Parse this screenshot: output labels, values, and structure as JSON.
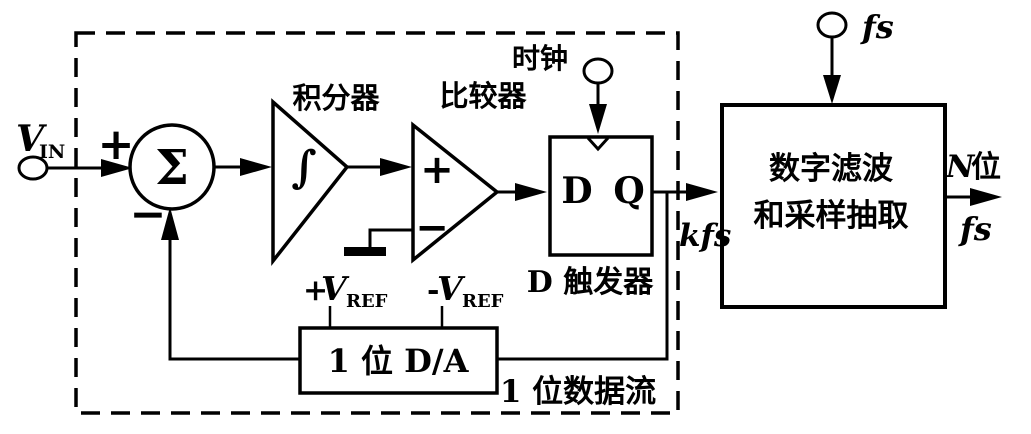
{
  "colors": {
    "ink": "#000000",
    "paper": "#ffffff"
  },
  "labels": {
    "input_signal_main": "V",
    "input_signal_sub": "IN",
    "summing_plus": "+",
    "summing_minus": "−",
    "summing_symbol": "Σ",
    "integrator_title": "积分器",
    "integrator_symbol": "∫",
    "comparator_title": "比较器",
    "comparator_plus": "+",
    "comparator_minus": "−",
    "clock": "时钟",
    "dff_input": "D",
    "dff_output": "Q",
    "dff_title": "D 触发器",
    "bit_rate": "kfs",
    "filter_line1": "数字滤波",
    "filter_line2": "和采样抽取",
    "sample_clock": "fs",
    "output_bits_main": "N",
    "output_bits_unit": "位",
    "output_rate": "fs",
    "vref_pos_sign": "+",
    "vref_pos_main": "V",
    "vref_pos_sub": "REF",
    "vref_neg_sign": "-",
    "vref_neg_main": "V",
    "vref_neg_sub": "REF",
    "dac_label": "1 位 D/A",
    "bitstream_label": "1 位数据流"
  }
}
